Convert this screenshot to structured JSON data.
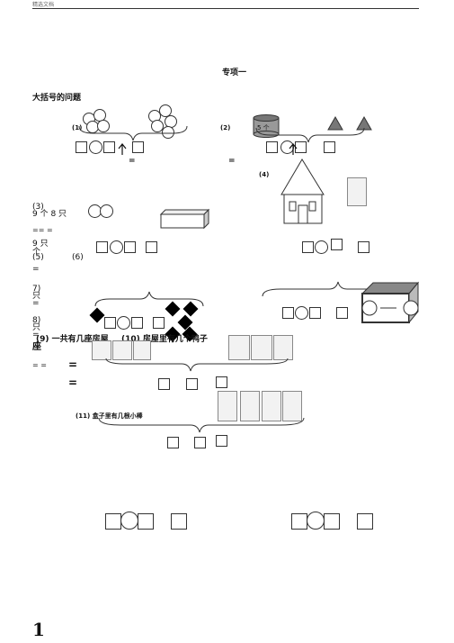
{
  "header": {
    "label": "精选文档"
  },
  "page_title": "专项一",
  "section_title": "大括号的问题",
  "problems": {
    "p1": "(1)",
    "p2": "(2)",
    "p2_inner": "5 个",
    "p3": "(3)",
    "p3_line": "9 个 8 只",
    "p4": "(4)",
    "p5": "(5)",
    "p6": "(6)",
    "p7": "7)",
    "p8": "8)",
    "p9": "(9) 一共有几座房屋",
    "p10": "(10) 房屋里有几个鸭子",
    "p11": "(11) 盒子里有几根小棒"
  },
  "margin_notes": {
    "eq_a": "== =",
    "nine_zhi": "9 只",
    "ge": "个",
    "zhi_a": "只",
    "zhi_b": "只",
    "zuo": "座",
    "eq_b": "=   =",
    "eq_c": "=",
    "eq_d": "="
  },
  "symbols": {
    "eq": "=",
    "dbl_eq": "="
  },
  "page_number": "1"
}
